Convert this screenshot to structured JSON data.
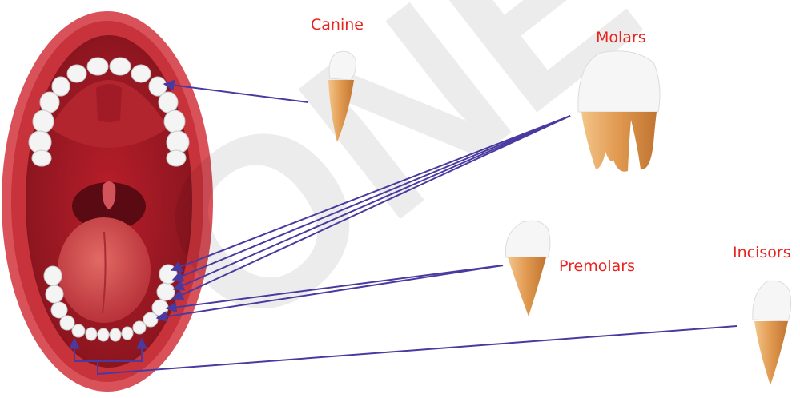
{
  "labels": {
    "canine": "Canine",
    "molars": "Molars",
    "premolars": "Premolars",
    "incisors": "Incisors"
  },
  "watermark": {
    "text": "ONE NATION"
  },
  "colors": {
    "label": "#e8231f",
    "arrow": "#4a3aa0",
    "mouth_outer": "#c8323a",
    "mouth_inner": "#8e1620",
    "root": "#e3a15a",
    "crown": "#f6f6f6"
  }
}
